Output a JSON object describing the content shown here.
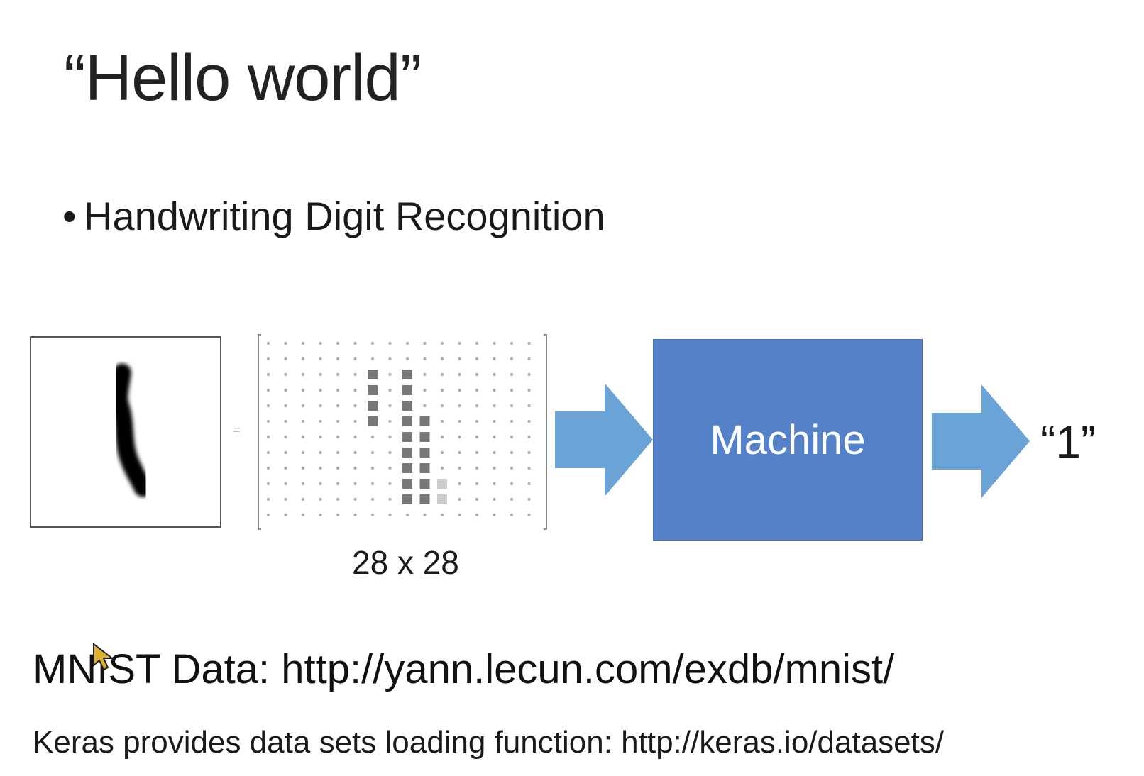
{
  "slide": {
    "title": "“Hello world”",
    "bullet": "Handwriting Digit Recognition"
  },
  "diagram": {
    "grid_caption": "28 x 28",
    "machine_label": "Machine",
    "output_label": "“1”"
  },
  "footer": {
    "mnist_line": "MNIST Data: http://yann.lecun.com/exdb/mnist/",
    "keras_line": "Keras provides data sets loading function: http://keras.io/datasets/"
  },
  "colors": {
    "machine_fill": "#5581c8",
    "arrow_fill": "#6aa3d6"
  }
}
